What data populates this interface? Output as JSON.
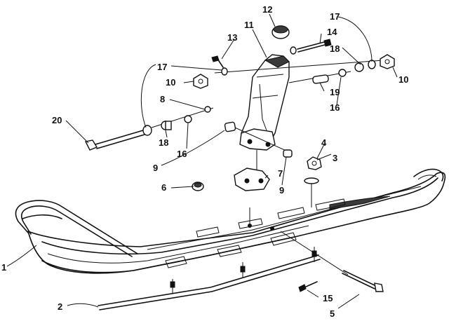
{
  "diagram": {
    "callouts": {
      "c1": "1",
      "c2": "2",
      "c3": "3",
      "c4": "4",
      "c5": "5",
      "c6": "6",
      "c7": "7",
      "c8": "8",
      "c9a": "9",
      "c9b": "9",
      "c10a": "10",
      "c10b": "10",
      "c11": "11",
      "c12": "12",
      "c13": "13",
      "c14": "14",
      "c15": "15",
      "c16a": "16",
      "c16b": "16",
      "c17a": "17",
      "c17b": "17",
      "c18a": "18",
      "c18b": "18",
      "c19": "19",
      "c20": "20"
    }
  }
}
